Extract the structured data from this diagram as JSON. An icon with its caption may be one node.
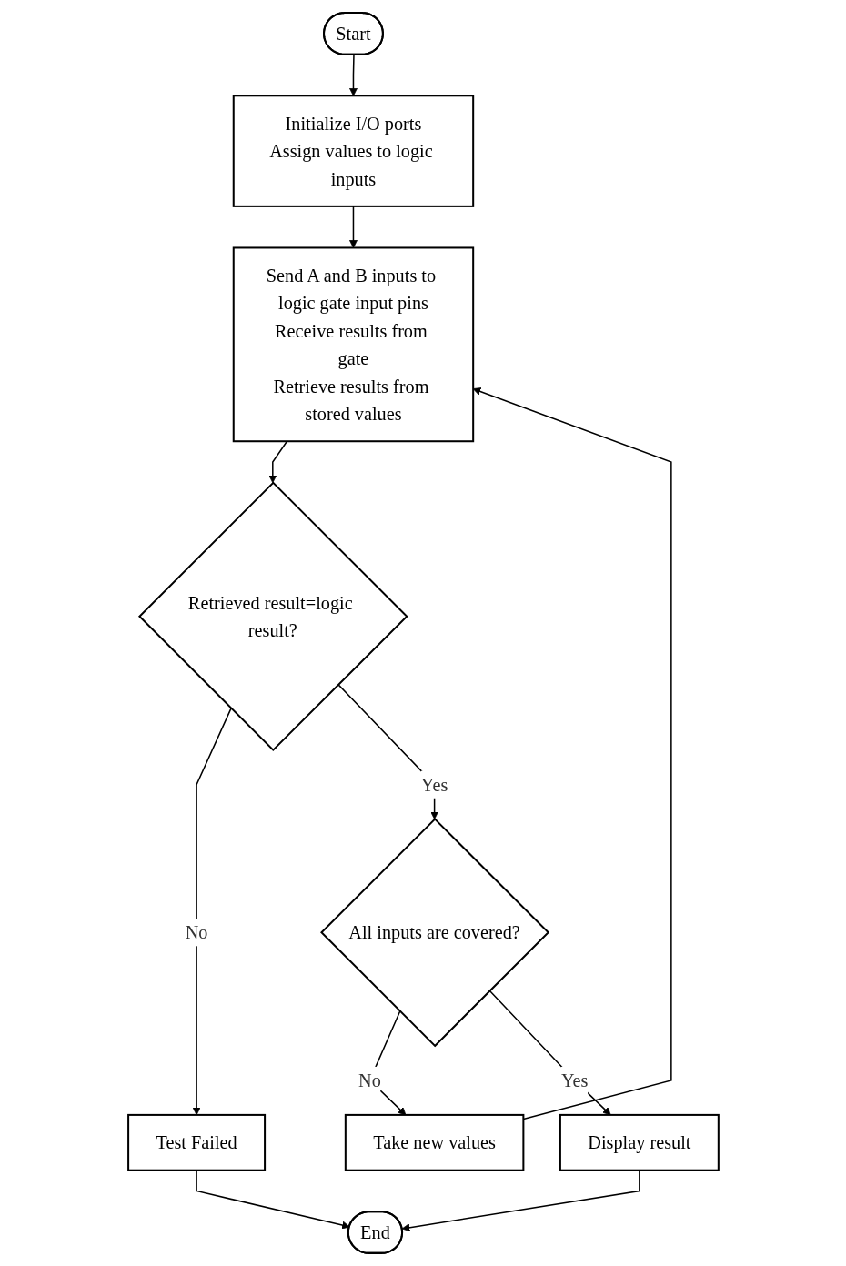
{
  "diagram": {
    "nodes": [
      {
        "text": [
          "Start"
        ]
      },
      {
        "text": [
          "Initialize I/O ports",
          "Assign values to logic inputs"
        ]
      },
      {
        "text": [
          "Take new values"
        ]
      },
      {
        "text": [
          "Send A and B inputs to logic gate input pins",
          "Receive results from gate",
          "Retrieve results from stored values"
        ]
      },
      {
        "text": [
          "Retrieved result=logic result?"
        ]
      },
      {
        "text": [
          "All inputs are covered?"
        ]
      },
      {
        "text": [
          "Test Failed"
        ]
      },
      {
        "text": [
          "Display result"
        ]
      },
      {
        "text": [
          "End"
        ]
      }
    ],
    "edges": [
      {
        "from": 0,
        "to": 1,
        "arrow": "to"
      },
      {
        "from": 1,
        "to": 3,
        "arrow": "to"
      },
      {
        "from": 2,
        "to": 3,
        "arrow": "to"
      },
      {
        "from": 3,
        "to": 4,
        "arrow": "to"
      },
      {
        "from": 4,
        "to": 6,
        "arrow": "to",
        "label": "No"
      },
      {
        "from": 4,
        "to": 5,
        "arrow": "to",
        "label": "Yes"
      },
      {
        "from": 5,
        "to": 2,
        "arrow": "to",
        "label": "No"
      },
      {
        "from": 5,
        "to": 7,
        "arrow": "to",
        "label": "Yes"
      },
      {
        "from": 7,
        "to": 8,
        "arrow": "to"
      },
      {
        "from": 6,
        "to": 8,
        "arrow": "to"
      }
    ]
  }
}
